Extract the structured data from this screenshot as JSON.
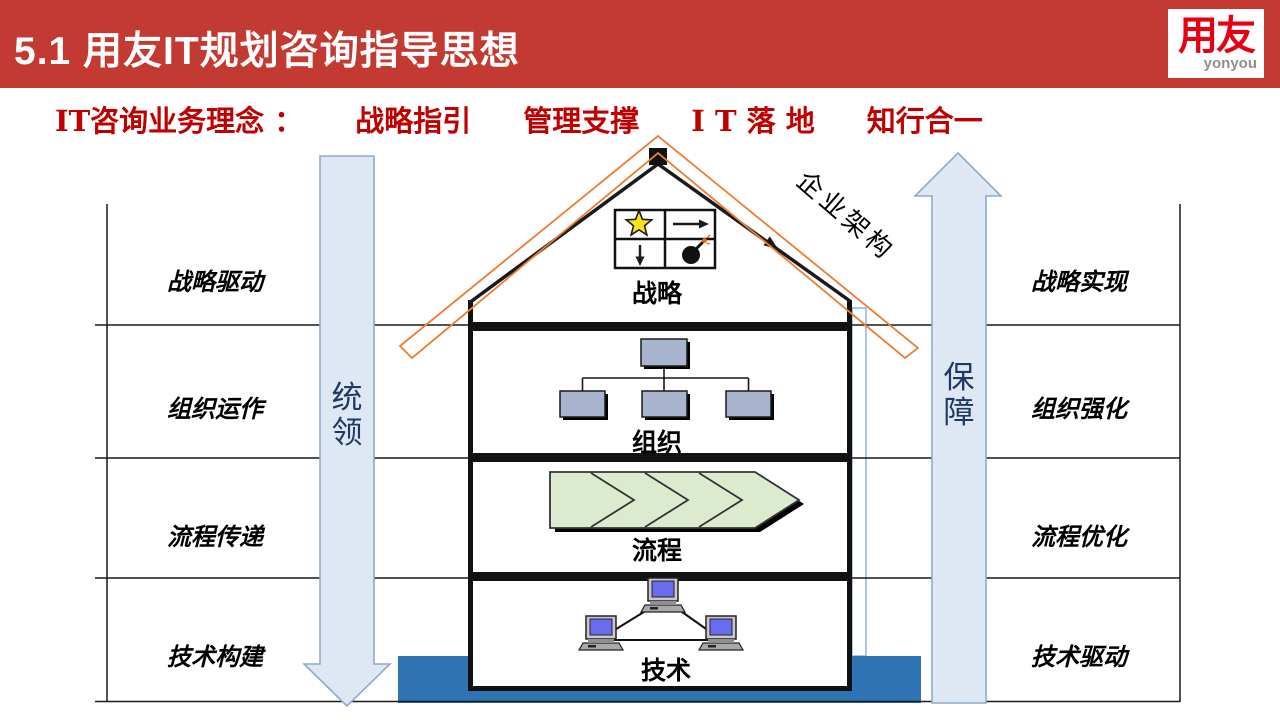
{
  "header": {
    "title": "5.1 用友IT规划咨询指导思想",
    "logo_cn": "用友",
    "logo_en": "yonyou"
  },
  "subtitle": {
    "lead": "IT咨询业务理念 ：",
    "items": [
      "战略指引",
      "管理支撑",
      "I T 落 地",
      "知行合一"
    ]
  },
  "matrix": {
    "left": [
      "战略驱动",
      "组织运作",
      "流程传递",
      "技术构建"
    ],
    "right": [
      "战略实现",
      "组织强化",
      "流程优化",
      "技术驱动"
    ]
  },
  "flow_arrows": {
    "left": "统领",
    "right": "保障"
  },
  "house": {
    "roof_label": "企业架构",
    "floors": [
      "战略",
      "组织",
      "流程",
      "技术"
    ]
  },
  "colors": {
    "header_red": "#C23A31",
    "title_white": "#FFFFFF",
    "logo_red": "#E60012",
    "logo_gray": "#8F8F8F",
    "subtitle_red": "#C00000",
    "arrow_fill": "#DEE8F5",
    "arrow_border": "#91A9C9",
    "arrow_text": "#1F3864",
    "foundation_blue": "#2E74B5",
    "roof_orange": "#ED7D31",
    "chevron_green": "#DCEACE",
    "org_box_blue": "#A8B4CE",
    "screen_blue": "#6B6BF0",
    "star_yellow": "#FFE11A"
  }
}
